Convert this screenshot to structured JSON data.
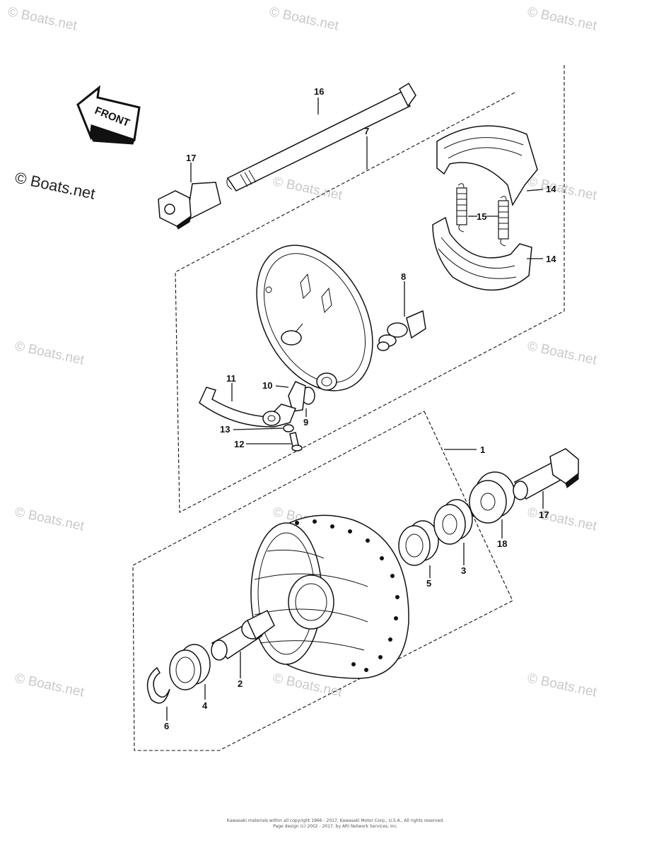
{
  "diagram": {
    "direction_label": "FRONT",
    "callouts": {
      "c1": "1",
      "c2": "2",
      "c3": "3",
      "c4": "4",
      "c5": "5",
      "c6": "6",
      "c7": "7",
      "c8": "8",
      "c9": "9",
      "c10": "10",
      "c11": "11",
      "c12": "12",
      "c13": "13",
      "c14a": "14",
      "c14b": "14",
      "c15": "15",
      "c16": "16",
      "c17a": "17",
      "c17b": "17",
      "c18": "18"
    },
    "watermark": "© Boats.net",
    "copyright_lines": [
      "Kawasaki materials within all copyright 1966 - 2017, Kawasaki Motor Corp., U.S.A., All rights reserved.",
      "Page design (c) 2002 - 2017, by ARI Network Services, Inc."
    ]
  }
}
